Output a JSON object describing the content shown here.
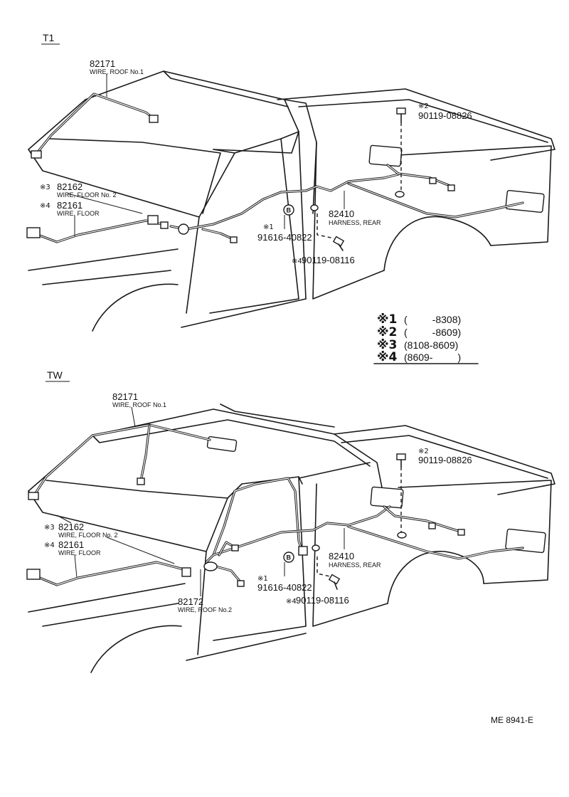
{
  "sections": {
    "t1": {
      "title": "T1",
      "labels": {
        "roof1": {
          "mark": "",
          "number": "82171",
          "desc": "WIRE, ROOF No.1"
        },
        "floor2": {
          "mark": "※3",
          "number": "82162",
          "desc": "WIRE, FLOOR No. 2"
        },
        "floor": {
          "mark": "※4",
          "number": "82161",
          "desc": "WIRE, FLOOR"
        },
        "grommet": {
          "mark": "※1",
          "number": "91616-40822",
          "desc": ""
        },
        "harness": {
          "mark": "",
          "number": "82410",
          "desc": "HARNESS, REAR"
        },
        "bolt_top": {
          "mark": "※2",
          "number": "90119-08826",
          "desc": ""
        },
        "bolt_bottom": {
          "mark": "※4",
          "number": "90119-08116",
          "desc": ""
        }
      }
    },
    "tw": {
      "title": "TW",
      "labels": {
        "roof1": {
          "mark": "",
          "number": "82171",
          "desc": "WIRE, ROOF No.1"
        },
        "floor2": {
          "mark": "※3",
          "number": "82162",
          "desc": "WIRE, FLOOR No. 2"
        },
        "floor": {
          "mark": "※4",
          "number": "82161",
          "desc": "WIRE, FLOOR"
        },
        "roof2": {
          "mark": "",
          "number": "82172",
          "desc": "WIRE, ROOF No.2"
        },
        "grommet": {
          "mark": "※1",
          "number": "91616-40822",
          "desc": ""
        },
        "harness": {
          "mark": "",
          "number": "82410",
          "desc": "HARNESS, REAR"
        },
        "bolt_top": {
          "mark": "※2",
          "number": "90119-08826",
          "desc": ""
        },
        "bolt_bottom": {
          "mark": "※4",
          "number": "90119-08116",
          "desc": ""
        }
      }
    }
  },
  "grommet_letter": "B",
  "legend": [
    {
      "key": "※1",
      "range": "(         -8308)"
    },
    {
      "key": "※2",
      "range": "(         -8609)"
    },
    {
      "key": "※3",
      "range": "(8108-8609)"
    },
    {
      "key": "※4",
      "range": "(8609-         )"
    }
  ],
  "drawing_code": "ME 8941-E"
}
